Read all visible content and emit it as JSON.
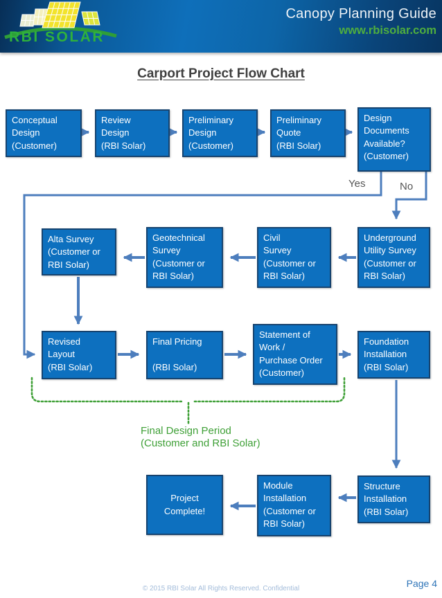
{
  "header": {
    "logo_text": "RBI SOLAR",
    "title": "Canopy Planning Guide",
    "url": "www.rbisolar.com"
  },
  "page": {
    "title": "Carport Project Flow Chart",
    "footer_copyright": "© 2015 RBI Solar All Rights Reserved. Confidential",
    "footer_page": "Page 4"
  },
  "decision_labels": {
    "yes": "Yes",
    "no": "No"
  },
  "annotation": {
    "line1": "Final Design Period",
    "line2": "(Customer and RBI Solar)"
  },
  "nodes": [
    {
      "id": "conceptual-design",
      "label": "Conceptual\nDesign\n(Customer)"
    },
    {
      "id": "review-design",
      "label": "Review\nDesign\n(RBI Solar)"
    },
    {
      "id": "preliminary-design",
      "label": "Preliminary\nDesign\n(Customer)"
    },
    {
      "id": "preliminary-quote",
      "label": "Preliminary\nQuote\n(RBI Solar)"
    },
    {
      "id": "design-documents",
      "label": "Design\nDocuments\nAvailable?\n(Customer)"
    },
    {
      "id": "alta-survey",
      "label": "Alta Survey\n(Customer or\nRBI Solar)"
    },
    {
      "id": "geotechnical-survey",
      "label": "Geotechnical\nSurvey\n(Customer or\nRBI Solar)"
    },
    {
      "id": "civil-survey",
      "label": "Civil\nSurvey\n(Customer or\nRBI Solar)"
    },
    {
      "id": "underground-utility-survey",
      "label": "Underground\nUtility Survey\n(Customer or\nRBI Solar)"
    },
    {
      "id": "revised-layout",
      "label": "Revised\nLayout\n(RBI Solar)"
    },
    {
      "id": "final-pricing",
      "label": "Final Pricing\n\n(RBI Solar)"
    },
    {
      "id": "statement-of-work",
      "label": "Statement of\nWork /\nPurchase Order\n(Customer)"
    },
    {
      "id": "foundation-installation",
      "label": "Foundation\nInstallation\n(RBI Solar)"
    },
    {
      "id": "project-complete",
      "label": "Project\nComplete!"
    },
    {
      "id": "module-installation",
      "label": "Module\nInstallation\n(Customer or\nRBI Solar)"
    },
    {
      "id": "structure-installation",
      "label": "Structure\nInstallation\n(RBI Solar)"
    }
  ],
  "colors": {
    "box_fill": "#0d70bf",
    "box_border": "#16436f",
    "connector": "#4d7ebd",
    "green_accent": "#3fa037",
    "logo_green": "#2fb13c",
    "page_number_blue": "#2e74b8",
    "header_gradient_dark": "#072e56",
    "header_gradient_light": "#0e6fba"
  }
}
